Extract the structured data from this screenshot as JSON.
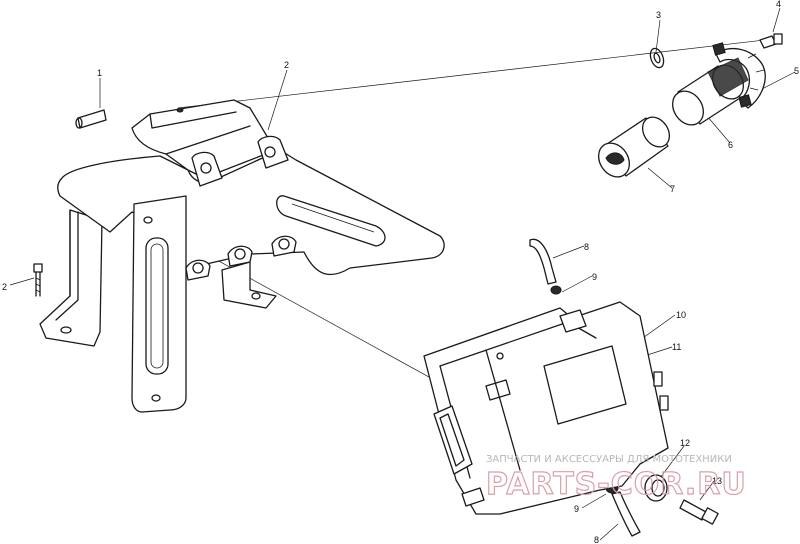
{
  "callouts": [
    "1",
    "2",
    "3",
    "4",
    "5",
    "6",
    "7",
    "8",
    "9",
    "10",
    "11",
    "12",
    "13",
    "2",
    "9",
    "8"
  ],
  "watermark": {
    "tagline": "ЗАПЧАСТИ И АКСЕССУАРЫ ДЛЯ МОТОТЕХНИКИ",
    "logo": "PARTS-COR.RU"
  },
  "colors": {
    "line": "#1a1a1a",
    "watermark_text": "#b7b7b7",
    "watermark_logo": "#d9a0a8"
  }
}
